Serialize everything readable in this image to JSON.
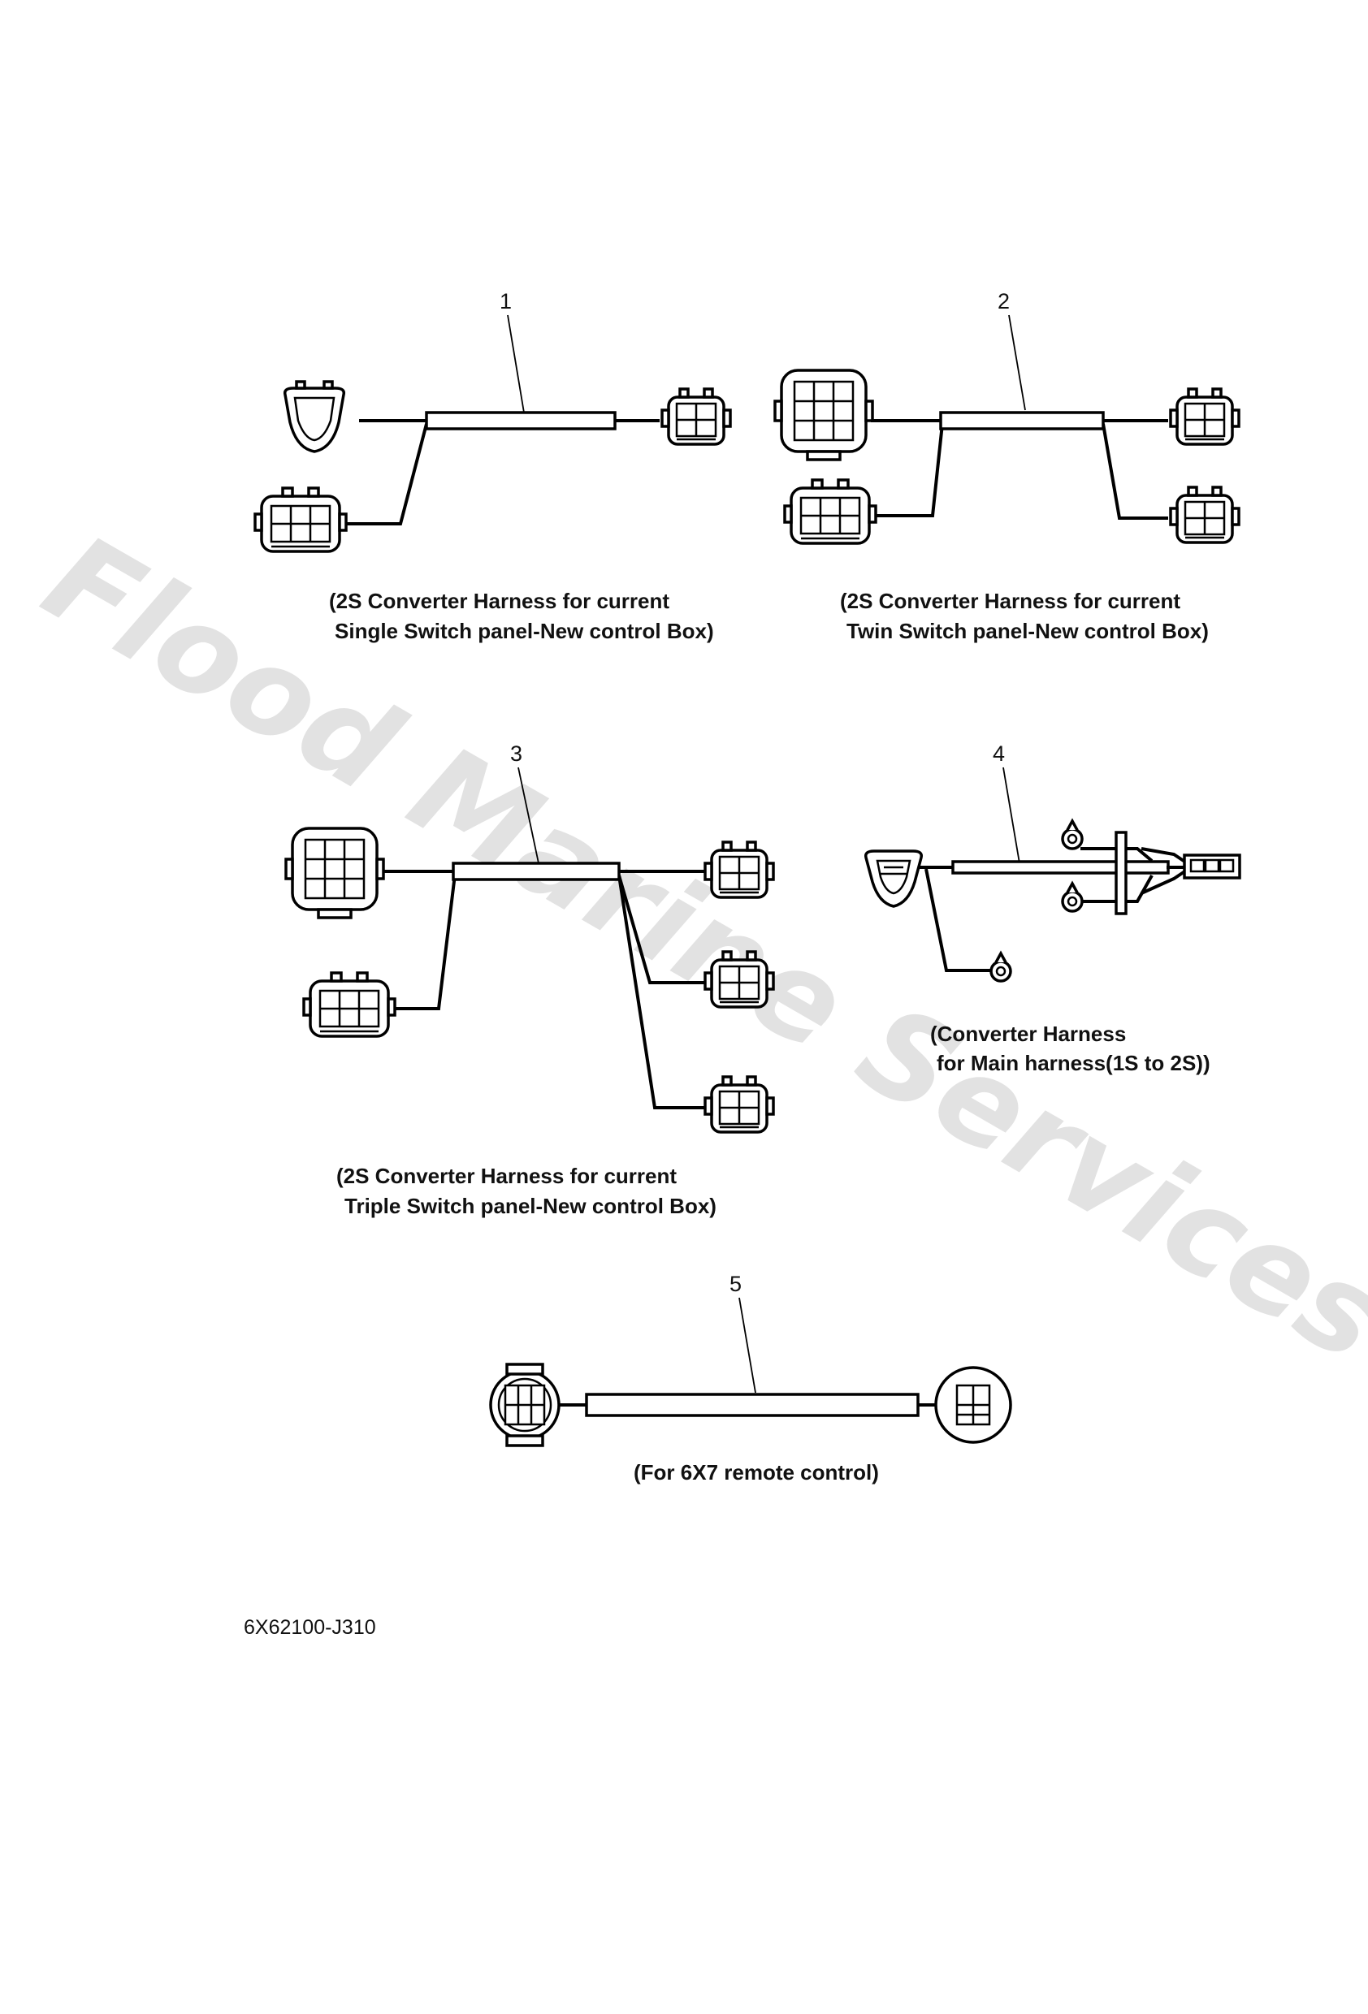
{
  "watermark": "Flood Marine Services",
  "part_code": "6X62100-J310",
  "items": [
    {
      "number": "1",
      "caption_line1": "(2S Converter Harness for current",
      "caption_line2": "Single Switch panel-New control Box)"
    },
    {
      "number": "2",
      "caption_line1": "(2S Converter Harness for current",
      "caption_line2": "Twin Switch panel-New control Box)"
    },
    {
      "number": "3",
      "caption_line1": "(2S Converter Harness for current",
      "caption_line2": "Triple Switch panel-New control Box)"
    },
    {
      "number": "4",
      "caption_line1": "(Converter Harness",
      "caption_line2": "for Main harness(1S to 2S))"
    },
    {
      "number": "5",
      "caption_line1": "(For 6X7 remote control)",
      "caption_line2": ""
    }
  ]
}
